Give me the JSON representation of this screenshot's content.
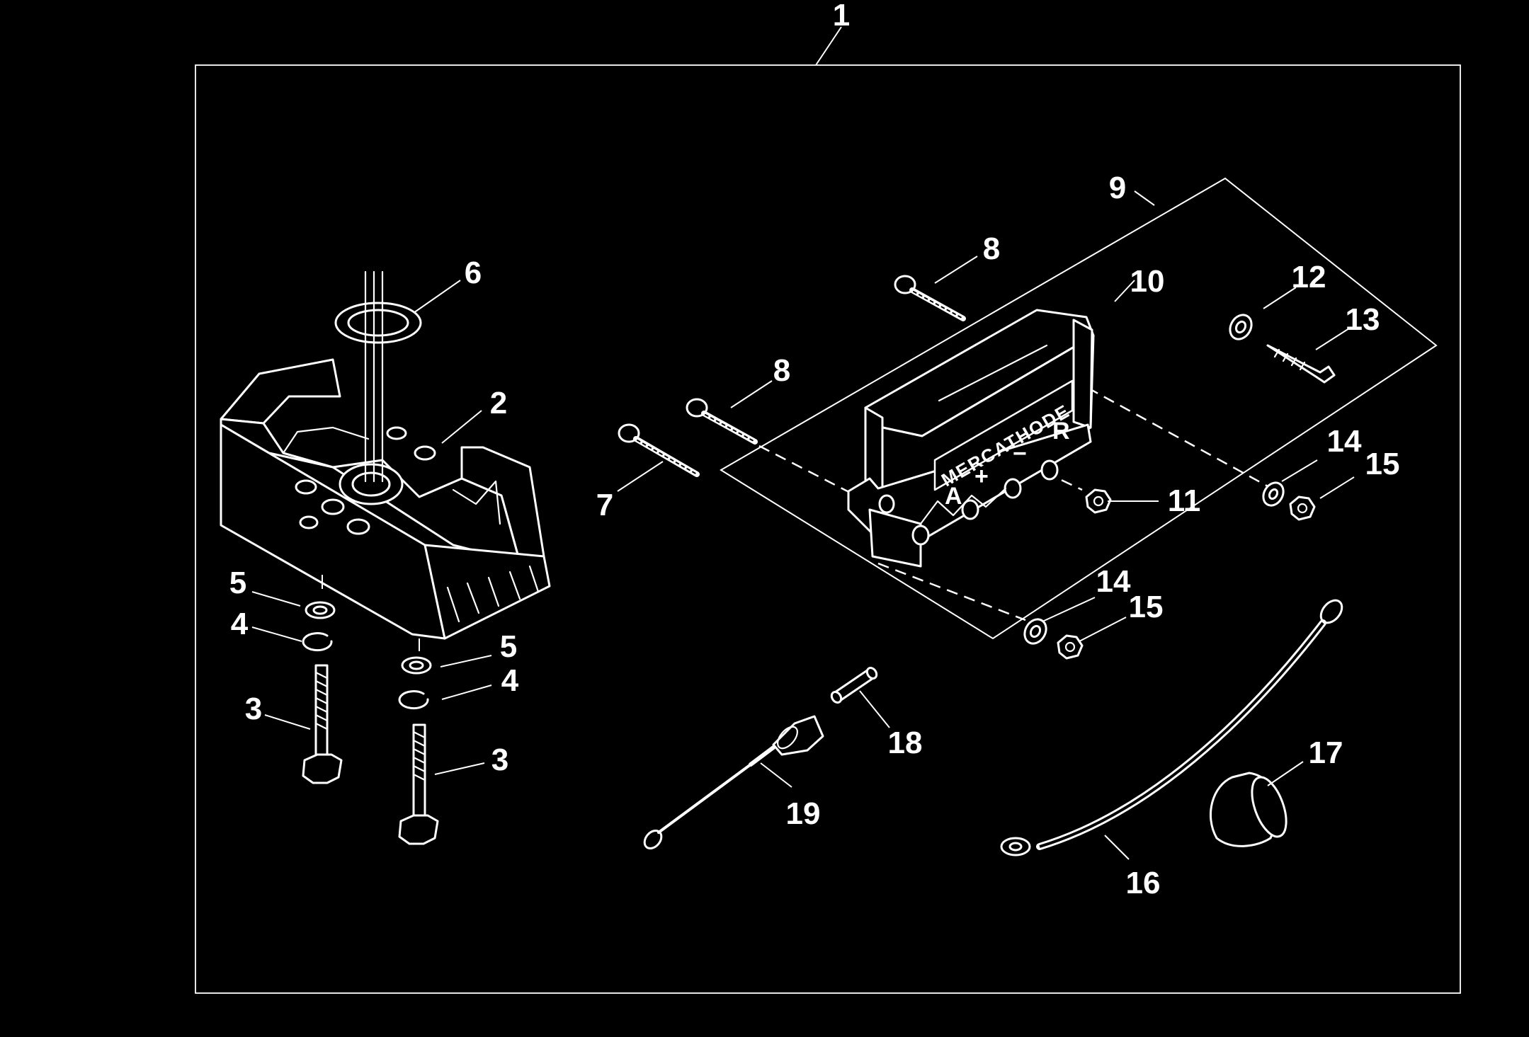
{
  "diagram": {
    "assembly_callout": "1",
    "label_text": "MERCATHODE",
    "terminal_marks": [
      "A",
      "+",
      "−",
      "R"
    ],
    "callouts": {
      "c2": "2",
      "c3a": "3",
      "c3b": "3",
      "c4a": "4",
      "c4b": "4",
      "c5a": "5",
      "c5b": "5",
      "c6": "6",
      "c7": "7",
      "c8a": "8",
      "c8b": "8",
      "c9": "9",
      "c10": "10",
      "c11": "11",
      "c12": "12",
      "c13": "13",
      "c14a": "14",
      "c14b": "14",
      "c15a": "15",
      "c15b": "15",
      "c16": "16",
      "c17": "17",
      "c18": "18",
      "c19": "19"
    },
    "colors": {
      "background": "#000000",
      "linework": "#ffffff"
    }
  }
}
